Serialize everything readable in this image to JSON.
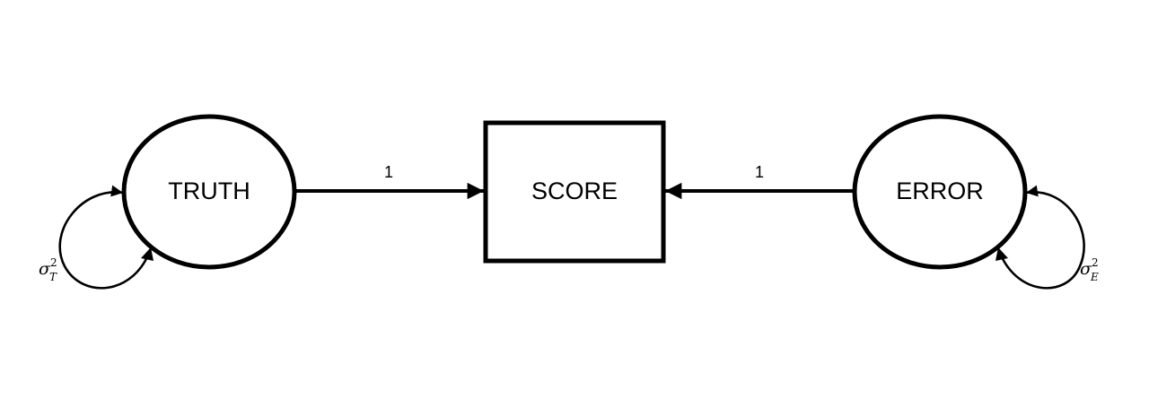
{
  "nodes": {
    "truth": {
      "label": "TRUTH"
    },
    "score": {
      "label": "SCORE"
    },
    "error": {
      "label": "ERROR"
    }
  },
  "paths": {
    "truth_to_score": {
      "label": "1"
    },
    "error_to_score": {
      "label": "1"
    }
  },
  "variances": {
    "truth": {
      "symbol": "σ",
      "subscript": "T",
      "superscript": "2"
    },
    "error": {
      "symbol": "σ",
      "subscript": "E",
      "superscript": "2"
    }
  }
}
